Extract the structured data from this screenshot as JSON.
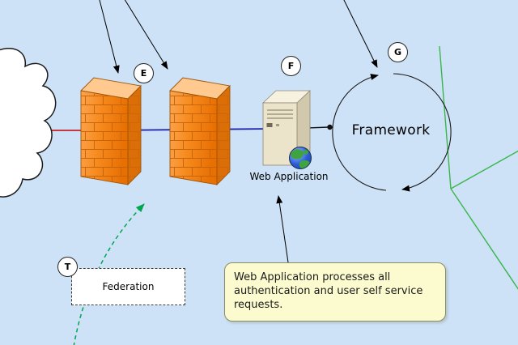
{
  "diagram": {
    "type": "network-architecture-diagram",
    "background_color": "#cde2f7",
    "badges": {
      "e": "E",
      "f": "F",
      "g": "G",
      "t": "T"
    },
    "nodes": {
      "internet_cloud": {
        "icon": "cloud-icon"
      },
      "firewall_outer": {
        "icon": "firewall-icon"
      },
      "firewall_inner": {
        "icon": "firewall-icon"
      },
      "web_application": {
        "icon": "server-globe-icon",
        "label": "Web Application"
      },
      "framework": {
        "icon": "cycle-arrows-icon",
        "label": "Framework"
      },
      "federation": {
        "label": "Federation"
      }
    },
    "callout": {
      "text": "Web Application processes all authentication and user self service requests.",
      "background": "#fcfbd0"
    },
    "connector_colors": {
      "red": "#c00000",
      "blue": "#2121aa",
      "green": "#3bb54a",
      "green_dashed": "#00a550",
      "black": "#000000",
      "firewall_orange": "#f57f0e"
    }
  }
}
